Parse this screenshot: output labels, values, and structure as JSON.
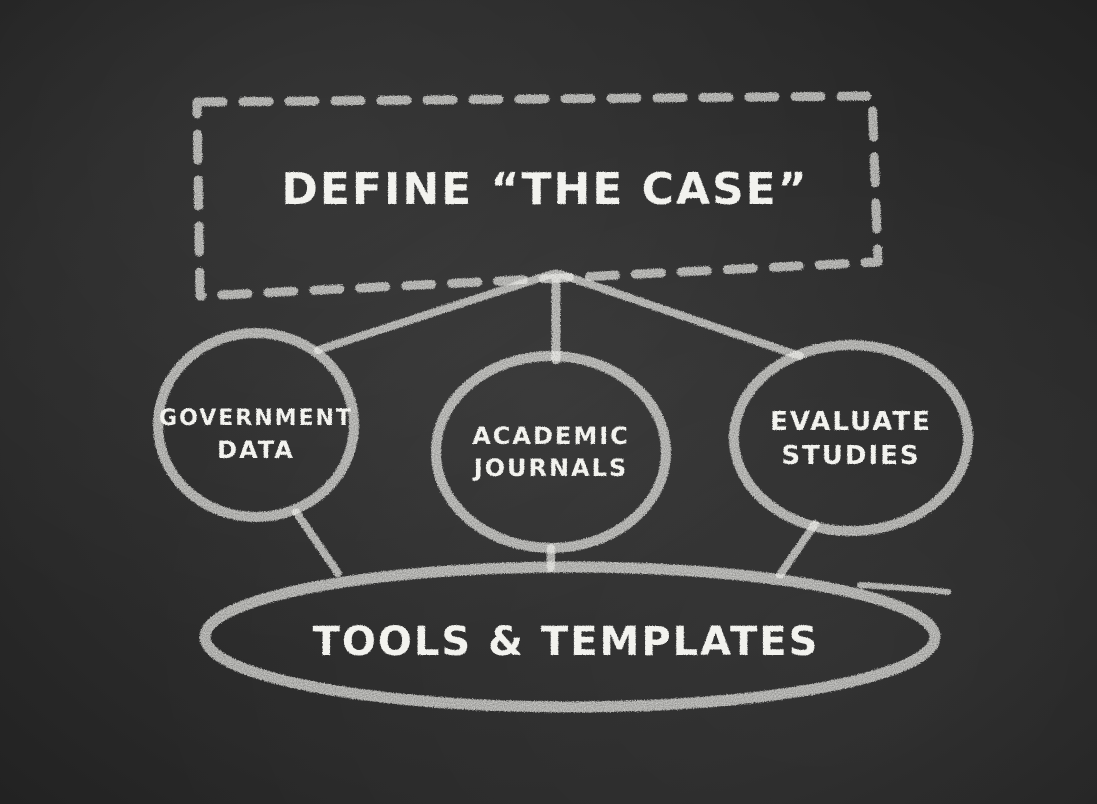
{
  "diagram": {
    "title": "DEFINE “THE CASE”",
    "sources": [
      {
        "id": "government",
        "line1": "GOVERNMENT",
        "line2": "DATA"
      },
      {
        "id": "academic",
        "line1": "ACADEMIC",
        "line2": "JOURNALS"
      },
      {
        "id": "evaluate",
        "line1": "EVALUATE",
        "line2": "STUDIES"
      }
    ],
    "foundation": "TOOLS & TEMPLATES"
  },
  "colors": {
    "board": "#2b2b2b",
    "chalk": "#eeeeea"
  }
}
